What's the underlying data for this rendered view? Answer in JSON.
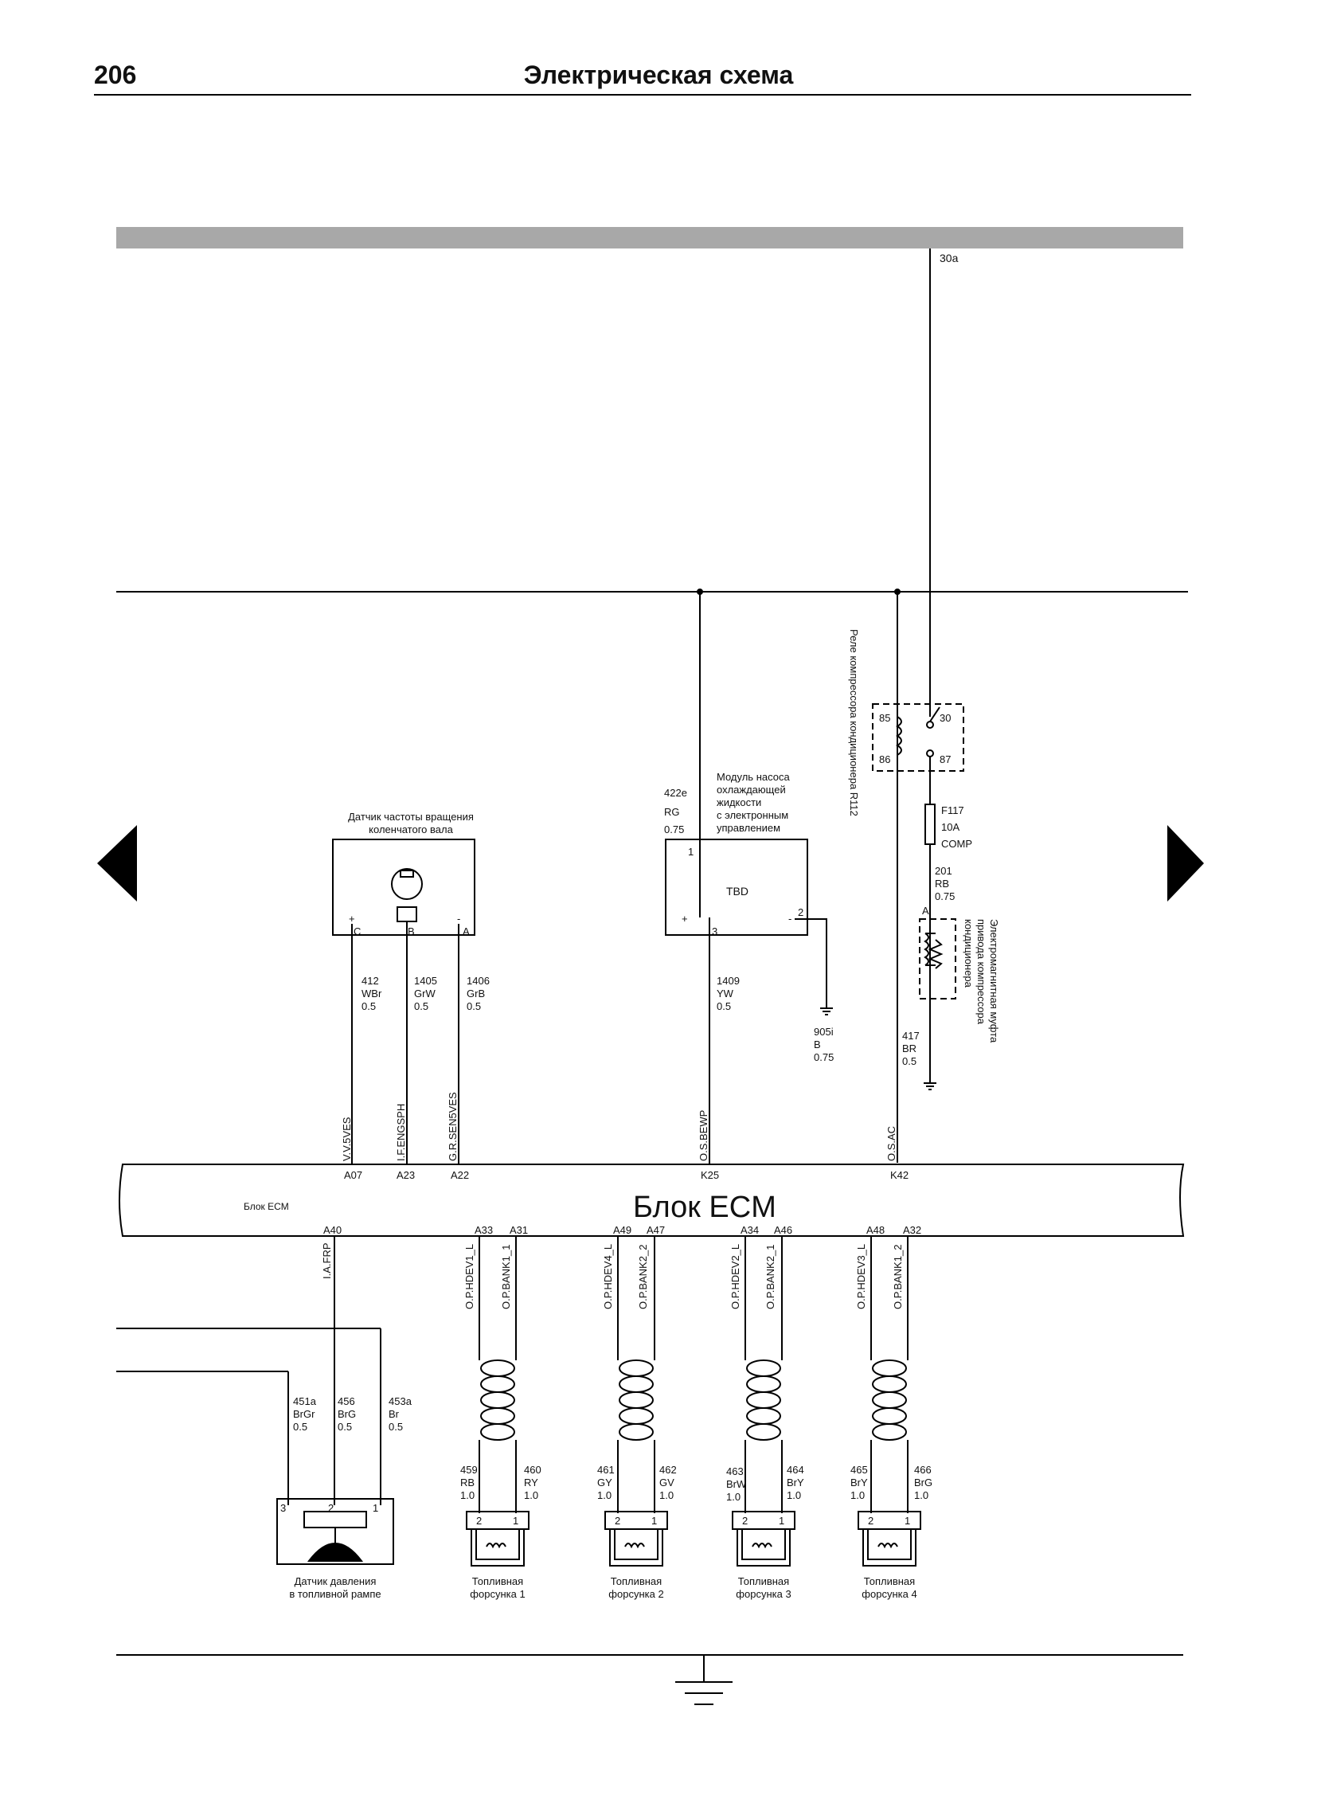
{
  "page": {
    "number": "206",
    "title": "Электрическая схема"
  },
  "nav": {
    "prev_icon": "triangle-left-icon",
    "next_icon": "triangle-right-icon"
  },
  "bus": {
    "terminal_label": "30a"
  },
  "relay": {
    "title": "Реле компрессора кондиционера R112",
    "pins": [
      "85",
      "86",
      "30",
      "87"
    ]
  },
  "fuse": {
    "id": "F117",
    "rating": "10A",
    "name": "COMP"
  },
  "clutch": {
    "title_lines": [
      "Электромагнитная муфта",
      "привода компрессора",
      "кондиционера"
    ],
    "pin": "A"
  },
  "crank_sensor": {
    "title_lines": [
      "Датчик частоты вращения",
      "коленчатого вала"
    ],
    "pins": [
      {
        "sign": "+",
        "letter": "C"
      },
      {
        "sign": "",
        "letter": "B"
      },
      {
        "sign": "-",
        "letter": "A"
      }
    ]
  },
  "pump_module": {
    "title_lines": [
      "Модуль насоса",
      "охлаждающей",
      "жидкости",
      "с электронным",
      "управлением"
    ],
    "center_label": "TBD",
    "pin_1": "1",
    "pin_2": "2",
    "pin_3": "3",
    "plus": "+",
    "minus": "-"
  },
  "wires": [
    {
      "id": "412",
      "color": "WBr",
      "size": "0.5"
    },
    {
      "id": "1405",
      "color": "GrW",
      "size": "0.5"
    },
    {
      "id": "1406",
      "color": "GrB",
      "size": "0.5"
    },
    {
      "id": "422e",
      "color": "RG",
      "size": "0.75"
    },
    {
      "id": "1409",
      "color": "YW",
      "size": "0.5"
    },
    {
      "id": "905i",
      "color": "B",
      "size": "0.75"
    },
    {
      "id": "201",
      "color": "RB",
      "size": "0.75"
    },
    {
      "id": "417",
      "color": "BR",
      "size": "0.5"
    },
    {
      "id": "451a",
      "color": "BrGr",
      "size": "0.5"
    },
    {
      "id": "456",
      "color": "BrG",
      "size": "0.5"
    },
    {
      "id": "453a",
      "color": "Br",
      "size": "0.5"
    },
    {
      "id": "459",
      "color": "RB",
      "size": "1.0"
    },
    {
      "id": "460",
      "color": "RY",
      "size": "1.0"
    },
    {
      "id": "461",
      "color": "GY",
      "size": "1.0"
    },
    {
      "id": "462",
      "color": "GV",
      "size": "1.0"
    },
    {
      "id": "463",
      "color": "BrW",
      "size": "1.0"
    },
    {
      "id": "464",
      "color": "BrY",
      "size": "1.0"
    },
    {
      "id": "465",
      "color": "BrY",
      "size": "1.0"
    },
    {
      "id": "466",
      "color": "BrG",
      "size": "1.0"
    }
  ],
  "ecm": {
    "title": "Блок ECM",
    "small_label": "Блок ECM",
    "top_signals": [
      "V.V.5VES",
      "I.F.ENGSPH",
      "G.R.SEN5VES",
      "O.S.BEWP",
      "O.S.AC"
    ],
    "top_pins": [
      "A07",
      "A23",
      "A22",
      "K25",
      "K42"
    ],
    "bottom_pins": [
      "A40",
      "A33",
      "A31",
      "A49",
      "A47",
      "A34",
      "A46",
      "A48",
      "A32"
    ],
    "bottom_signals": [
      "I.A.FRP",
      "O.P.HDEV1_L",
      "O.P.BANK1_1",
      "O.P.HDEV4_L",
      "O.P.BANK2_2",
      "O.P.HDEV2_L",
      "O.P.BANK2_1",
      "O.P.HDEV3_L",
      "O.P.BANK1_2"
    ]
  },
  "rail_sensor": {
    "title_lines": [
      "Датчик давления",
      "в топливной рампе"
    ],
    "pins": [
      "3",
      "2",
      "1"
    ]
  },
  "injectors": [
    {
      "title_lines": [
        "Топливная",
        "форсунка 1"
      ],
      "pins": [
        "2",
        "1"
      ]
    },
    {
      "title_lines": [
        "Топливная",
        "форсунка 2"
      ],
      "pins": [
        "2",
        "1"
      ]
    },
    {
      "title_lines": [
        "Топливная",
        "форсунка 3"
      ],
      "pins": [
        "2",
        "1"
      ]
    },
    {
      "title_lines": [
        "Топливная",
        "форсунка 4"
      ],
      "pins": [
        "2",
        "1"
      ]
    }
  ]
}
